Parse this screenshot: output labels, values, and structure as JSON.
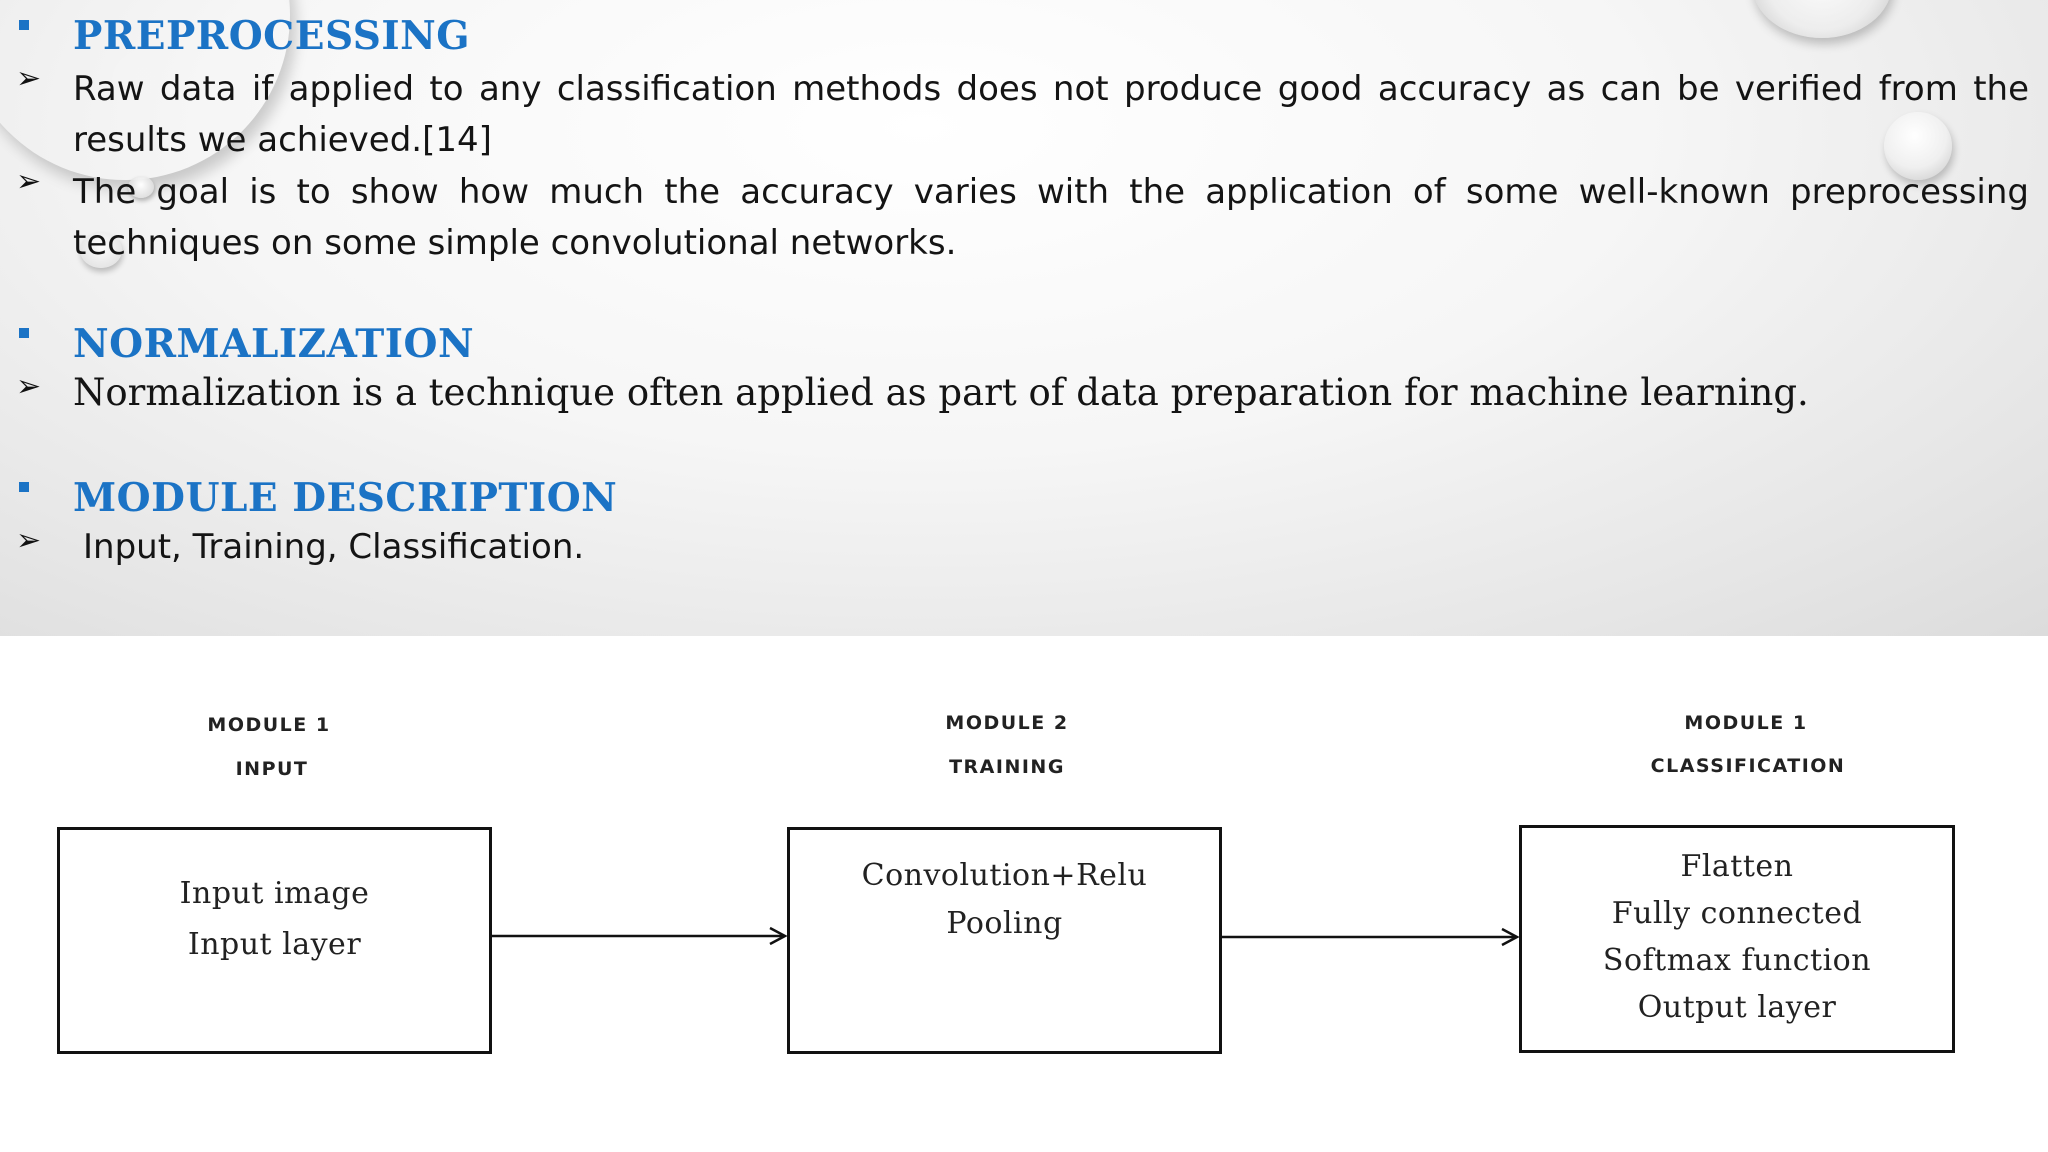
{
  "sections": [
    {
      "heading": "PREPROCESSING",
      "points": [
        "Raw data if applied to any classification methods does not produce good accuracy as can be verified from the results we achieved.[14]",
        "The  goal is to show how much the accuracy varies with the application of some well-known preprocessing techniques on some simple convolutional networks."
      ]
    },
    {
      "heading": "NORMALIZATION",
      "points": [
        "Normalization is a technique often applied as part of data preparation for machine learning."
      ]
    },
    {
      "heading": "MODULE DESCRIPTION",
      "points": [
        "Input, Training, Classification."
      ]
    }
  ],
  "diagram": {
    "modules": [
      {
        "label": "MODULE 1",
        "name": "INPUT",
        "lines": [
          "Input image",
          "Input layer"
        ]
      },
      {
        "label": "MODULE 2",
        "name": "TRAINING",
        "lines": [
          "Convolution+Relu",
          "Pooling"
        ]
      },
      {
        "label": "MODULE 1",
        "name": "CLASSIFICATION",
        "lines": [
          "Flatten",
          "Fully connected",
          "Softmax function",
          "Output layer"
        ]
      }
    ]
  }
}
